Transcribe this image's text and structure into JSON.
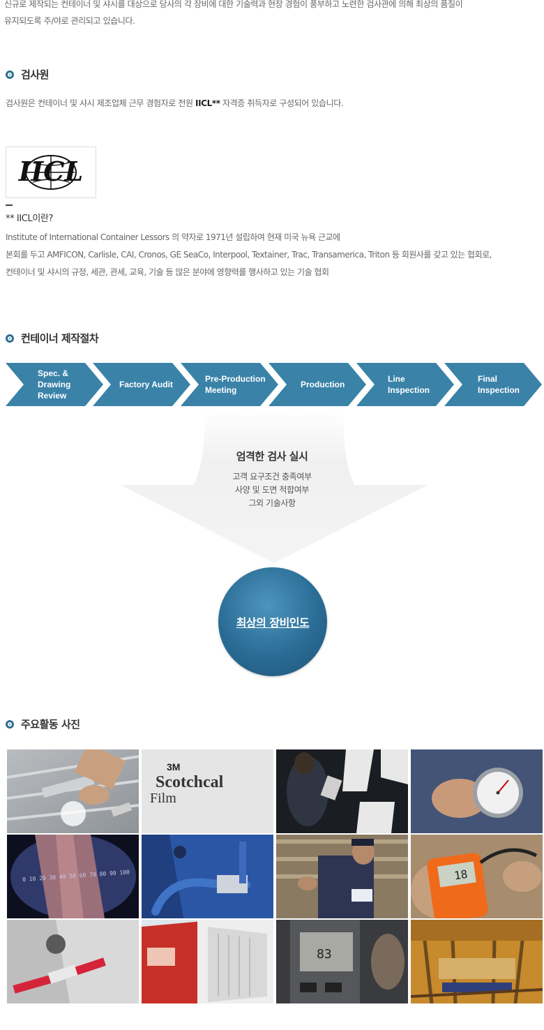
{
  "intro": {
    "line1": "신규로 제작되는 컨테이너 및 샤시를 대상으로 당사의 각 장비에 대한 기술력과 현장 경험이 풍부하고 노련한 검사관에 의해 최상의 품질이",
    "line2": "유지되도록 주/야로 관리되고 있습니다."
  },
  "inspector": {
    "title": "검사원",
    "text_before": "검사원은 컨테이너 및 샤시 제조업체 근무 경험자로 전원 ",
    "text_bold": "IICL**",
    "text_after": " 자격증 취득자로 구성되어 있습니다.",
    "logo_text": "IICL"
  },
  "iicl": {
    "heading": "** IICL이란?",
    "lines": [
      "Institute of International Container Lessors 의 약자로 1971년 설립하여 현재 미국 뉴욕 근교에",
      "본회를 두고 AMFICON, Carlisle, CAI, Cronos, GE SeaCo, Interpool, Textainer, Trac, Transamerica, Triton 등 회원사를 갖고 있는 협회로,",
      "컨테이너 및 샤시의 규정, 세관, 관세, 교육, 기술 등 많은 분야에 영향력를 행사하고 있는 기술 협회"
    ]
  },
  "process": {
    "title": "컨테이너 제작절차",
    "steps": [
      "Spec. &\nDrawing\nReview",
      "Factory  Audit",
      "Pre-Production\nMeeting",
      "Production",
      "Line\nInspection",
      "Final\nInspection"
    ],
    "inspection_title": "엄격한 검사 실시",
    "inspection_items": [
      "고객 요구조건 충족여부",
      "사양 및 도면 적합여부",
      "그외 기술사항"
    ],
    "result": "최상의 장비인도",
    "colors": {
      "arrow": "#3a82a8",
      "funnel": "#f2f2f2",
      "circle": "#2a6c95"
    }
  },
  "photos": {
    "title": "주요활동 사진",
    "items": [
      {
        "scene": "steel-plate-inspection",
        "text": ""
      },
      {
        "scene": "scotchcal-film",
        "text": "3M\nScotchcal\nFilm"
      },
      {
        "scene": "panel-marking",
        "text": ""
      },
      {
        "scene": "dial-gauge",
        "text": ""
      },
      {
        "scene": "weld-scale",
        "text": "0 10 20 30 40 50 60 70 80 90 100"
      },
      {
        "scene": "blue-door-handle",
        "text": ""
      },
      {
        "scene": "inspector-worker",
        "text": ""
      },
      {
        "scene": "thickness-meter",
        "text": "18"
      },
      {
        "scene": "red-hinge",
        "text": ""
      },
      {
        "scene": "open-container",
        "text": ""
      },
      {
        "scene": "minitest-meter",
        "text": "83"
      },
      {
        "scene": "chassis-production",
        "text": ""
      }
    ]
  }
}
